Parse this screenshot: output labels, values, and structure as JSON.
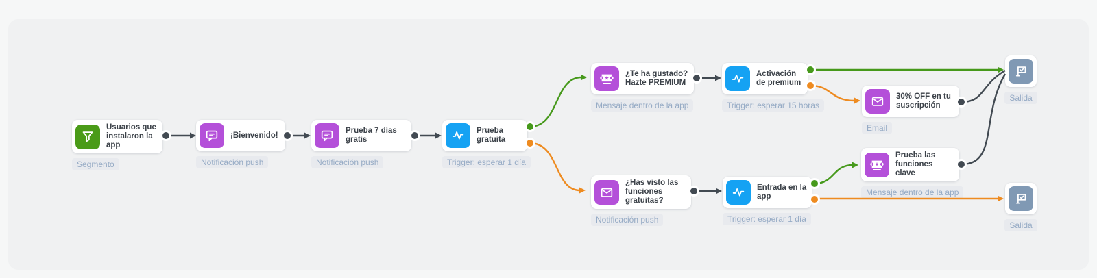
{
  "colors": {
    "bg": "#f6f7f7",
    "panel": "#f0f1f2",
    "card": "#ffffff",
    "title": "#3c4249",
    "badge-bg": "#e8eaee",
    "badge-text": "#96abc5",
    "icon-green": "#4a9b18",
    "purple": "#b450d9",
    "blue": "#15a2f3",
    "slate": "#8099b4",
    "edge-dark": "#424a52",
    "edge-green": "#46991b",
    "edge-orange": "#ee8b20"
  },
  "nodes": [
    {
      "id": "segment",
      "icon": "funnel-icon",
      "title": "Usuarios que instalaron la app",
      "badge": "Segmento"
    },
    {
      "id": "push-welcome",
      "icon": "chat-icon",
      "title": "¡Bienvenido!",
      "badge": "Notificación push"
    },
    {
      "id": "push-trial",
      "icon": "chat-icon",
      "title": "Prueba 7 días gratis",
      "badge": "Notificación push"
    },
    {
      "id": "trigger-trial",
      "icon": "pulse-icon",
      "title": "Prueba gratuita",
      "badge": "Trigger: esperar 1 día"
    },
    {
      "id": "inapp-premium",
      "icon": "ticket-icon",
      "title": "¿Te ha gustado? Hazte PREMIUM",
      "badge": "Mensaje dentro de la app"
    },
    {
      "id": "trigger-premium",
      "icon": "pulse-icon",
      "title": "Activación de premium",
      "badge": "Trigger: esperar 15 horas"
    },
    {
      "id": "email-discount",
      "icon": "envelope-icon",
      "title": "30% OFF en tu suscripción",
      "badge": "Email"
    },
    {
      "id": "push-features",
      "icon": "envelope-icon",
      "title": "¿Has visto las funciones gratuitas?",
      "badge": "Notificación push"
    },
    {
      "id": "trigger-entry",
      "icon": "pulse-icon",
      "title": "Entrada en la app",
      "badge": "Trigger: esperar 1 día"
    },
    {
      "id": "inapp-features",
      "icon": "ticket-icon",
      "title": "Prueba las funciones clave",
      "badge": "Mensaje dentro de la app"
    },
    {
      "id": "exit-top",
      "icon": "flag-icon",
      "title": "",
      "badge": "Salida"
    },
    {
      "id": "exit-bottom",
      "icon": "flag-icon",
      "title": "",
      "badge": "Salida"
    }
  ],
  "edges": [
    {
      "from": "segment",
      "to": "push-welcome",
      "color": "dark"
    },
    {
      "from": "push-welcome",
      "to": "push-trial",
      "color": "dark"
    },
    {
      "from": "push-trial",
      "to": "trigger-trial",
      "color": "dark"
    },
    {
      "from": "trigger-trial",
      "to": "inapp-premium",
      "color": "green"
    },
    {
      "from": "trigger-trial",
      "to": "push-features",
      "color": "orange"
    },
    {
      "from": "inapp-premium",
      "to": "trigger-premium",
      "color": "dark"
    },
    {
      "from": "trigger-premium",
      "to": "exit-top",
      "color": "green"
    },
    {
      "from": "trigger-premium",
      "to": "email-discount",
      "color": "orange"
    },
    {
      "from": "email-discount",
      "to": "exit-top",
      "color": "dark"
    },
    {
      "from": "push-features",
      "to": "trigger-entry",
      "color": "dark"
    },
    {
      "from": "trigger-entry",
      "to": "inapp-features",
      "color": "green"
    },
    {
      "from": "trigger-entry",
      "to": "exit-bottom",
      "color": "orange"
    },
    {
      "from": "inapp-features",
      "to": "exit-top",
      "color": "dark"
    }
  ]
}
